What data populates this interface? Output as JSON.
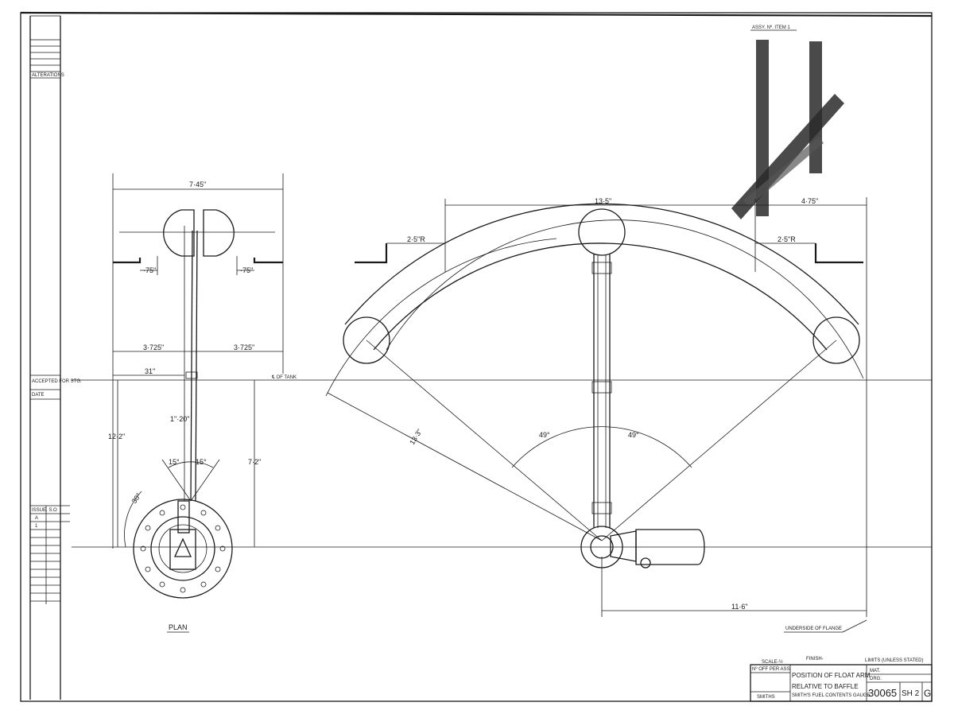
{
  "margin": {
    "header_1": "",
    "alterations": "ALTERATIONS",
    "accepted_for_stg": "ACCEPTED FOR STG.",
    "date": "DATE",
    "issue": "ISSUE. S.O",
    "issue_mark": "A",
    "issue_row": "1"
  },
  "top_note": "ASSY. Nº. ITEM 1",
  "left_view": {
    "overall_width": "7·45\"",
    "offset_left": "·75\"",
    "offset_right": "·75\"",
    "half_left": "3·725\"",
    "half_right": "3·725\"",
    "dim_31": "31\"",
    "dim_120": "1\"·20\"",
    "height_122": "12·2\"",
    "height_72": "7·2\"",
    "angle_left": "15°",
    "angle_right": "15°",
    "angle_30": "30°",
    "plan_label": "PLAN",
    "centre_label": "℄ OF TANK"
  },
  "right_view": {
    "width_135": "13·5\"",
    "width_475": "4·75\"",
    "step_left": "2·5\"R",
    "step_right": "2·5\"R",
    "radius": "13·3\"",
    "angle_left": "49°",
    "angle_right": "49°",
    "length_116": "11·6\"",
    "flange_note": "UNDERSIDE OF FLANGE"
  },
  "title_block": {
    "scale": "SCALE-½",
    "finish": "FINISH-",
    "limits": "LIMITS (UNLESS STATED)",
    "mat": "MAT.",
    "draft_no": "Nº OFF PER ASS.",
    "title_line1": "POSITION OF FLOAT ARM",
    "title_line2": "RELATIVE TO BAFFLE",
    "title_line3": "SMITH'S FUEL CONTENTS GAUGE",
    "drg_label": "DRG.",
    "drawing_no": "30065",
    "sheet": "SH 2",
    "issue": "G",
    "smiths": "SMITHS"
  }
}
